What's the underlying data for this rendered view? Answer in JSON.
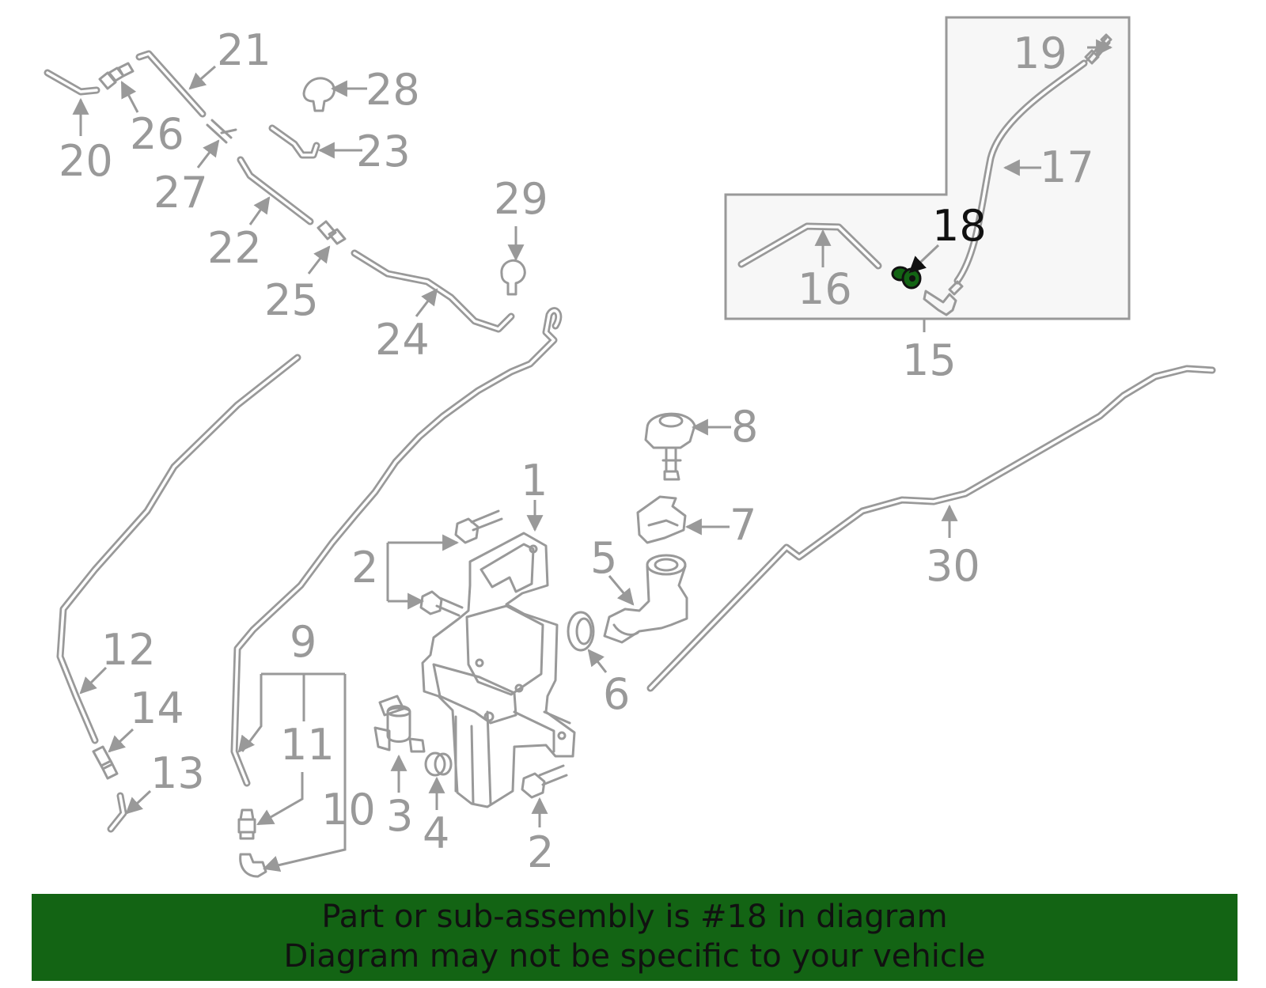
{
  "diagram": {
    "highlighted_part": "18",
    "highlight_color": "#136414",
    "part_color": "#999999",
    "callouts": {
      "c1": "1",
      "c2a": "2",
      "c2b": "2",
      "c3": "3",
      "c4": "4",
      "c5": "5",
      "c6": "6",
      "c7": "7",
      "c8": "8",
      "c9": "9",
      "c10": "10",
      "c11": "11",
      "c12": "12",
      "c13": "13",
      "c14": "14",
      "c15": "15",
      "c16": "16",
      "c17": "17",
      "c18": "18",
      "c19": "19",
      "c20": "20",
      "c21": "21",
      "c22": "22",
      "c23": "23",
      "c24": "24",
      "c25": "25",
      "c26": "26",
      "c27": "27",
      "c28": "28",
      "c29": "29",
      "c30": "30"
    }
  },
  "banner": {
    "line1": "Part or sub-assembly is #18 in diagram",
    "line2": "Diagram may not be specific to your vehicle",
    "background": "#136414"
  }
}
